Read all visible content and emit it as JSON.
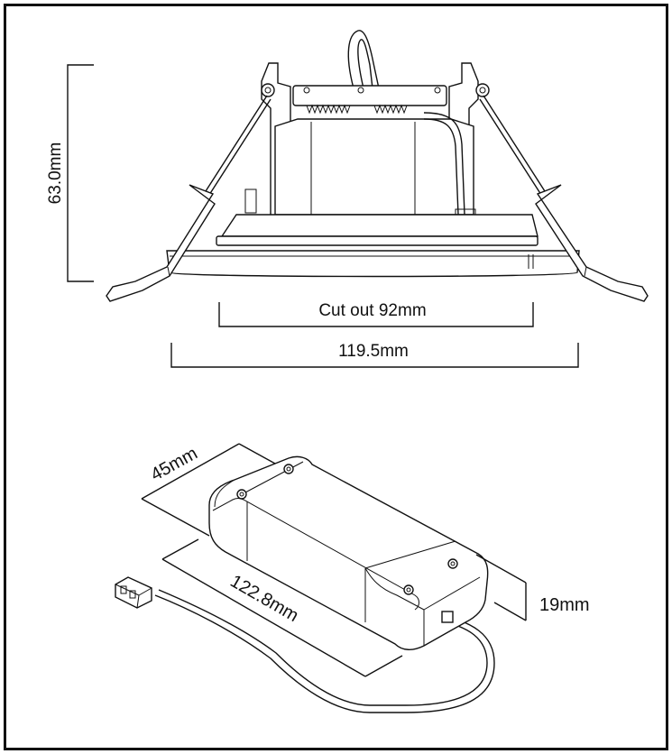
{
  "dimensions": {
    "height": "63.0mm",
    "cutout": "Cut out 92mm",
    "diameter": "119.5mm",
    "driver_width": "45mm",
    "driver_length": "122.8mm",
    "driver_height": "19mm"
  },
  "icons": {
    "downlight": "recessed-downlight-side-view",
    "driver": "led-driver-box-isometric",
    "connector": "terminal-connector"
  }
}
